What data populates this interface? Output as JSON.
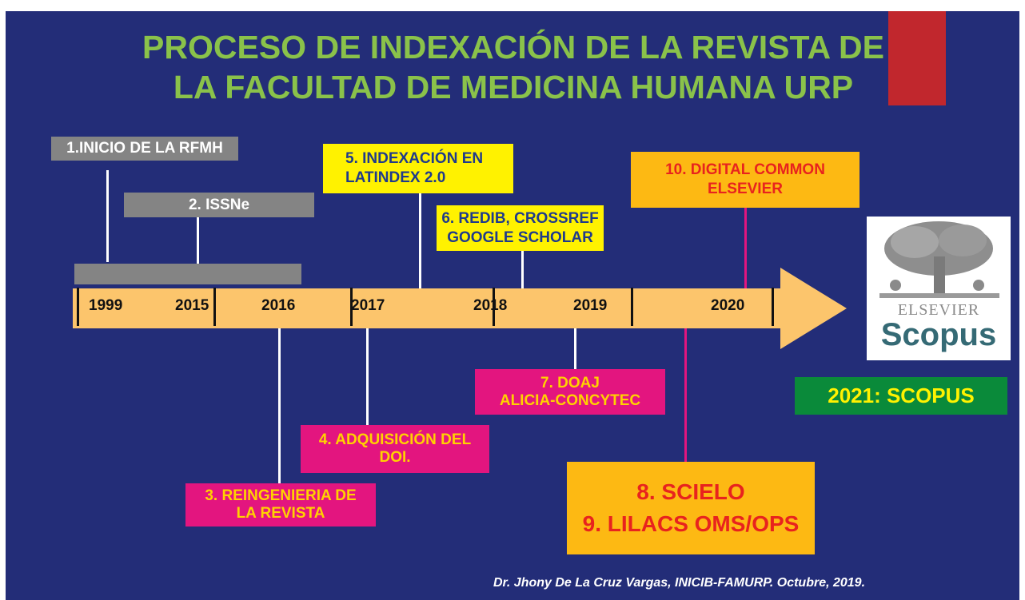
{
  "title": {
    "line1": "PROCESO DE INDEXACIÓN DE LA REVISTA DE",
    "line2": "LA FACULTAD DE MEDICINA HUMANA URP"
  },
  "timeline": {
    "years": [
      "1999",
      "2015",
      "2016",
      "2017",
      "2018",
      "2019",
      "2020"
    ]
  },
  "milestones": {
    "m1": "1.INICIO DE LA RFMH",
    "m2": "2. ISSNe",
    "m3_line1": "3. REINGENIERIA DE",
    "m3_line2": "LA REVISTA",
    "m4_line1": "4. ADQUISICIÓN DEL",
    "m4_line2": "DOI.",
    "m5_line1": "5. INDEXACIÓN EN",
    "m5_line2": "LATINDEX 2.0",
    "m6_line1": "6. REDIB, CROSSREF",
    "m6_line2": "GOOGLE SCHOLAR",
    "m7_line1": "7. DOAJ",
    "m7_line2": "ALICIA-CONCYTEC",
    "m8": "8. SCIELO",
    "m9": "9. LILACS OMS/OPS",
    "m10_line1": "10. DIGITAL COMMON",
    "m10_line2": "ELSEVIER"
  },
  "logo": {
    "brand": "ELSEVIER",
    "product": "Scopus"
  },
  "badge": "2021: SCOPUS",
  "footer": "Dr. Jhony De La Cruz Vargas, INICIB-FAMURP. Octubre, 2019.",
  "colors": {
    "background": "#232d78",
    "title": "#8ac24a",
    "red_accent": "#c1272d",
    "arrow": "#fcc56c",
    "gray": "#848484",
    "yellow": "#fff200",
    "magenta": "#e3157f",
    "orange": "#fdb913",
    "green": "#0a8a3a"
  }
}
